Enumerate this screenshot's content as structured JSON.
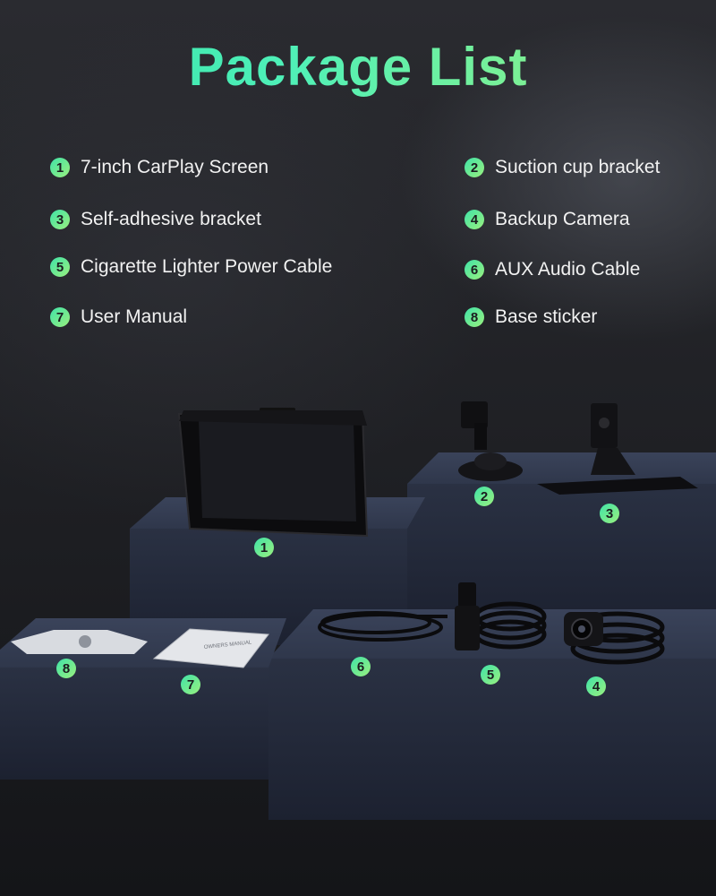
{
  "title": "Package List",
  "items": [
    {
      "num": "1",
      "label": "7-inch CarPlay Screen"
    },
    {
      "num": "2",
      "label": "Suction cup bracket"
    },
    {
      "num": "3",
      "label": "Self-adhesive bracket"
    },
    {
      "num": "4",
      "label": "Backup Camera"
    },
    {
      "num": "5",
      "label": "Cigarette Lighter Power Cable"
    },
    {
      "num": "6",
      "label": "AUX Audio Cable"
    },
    {
      "num": "7",
      "label": "User Manual"
    },
    {
      "num": "8",
      "label": "Base sticker"
    }
  ],
  "manual_cover_text": "OWNERS MANUAL",
  "colors": {
    "accent_start": "#3fe3a8",
    "accent_end": "#9af07e",
    "background": "#1f2024",
    "pedestal": "#2c3446"
  }
}
